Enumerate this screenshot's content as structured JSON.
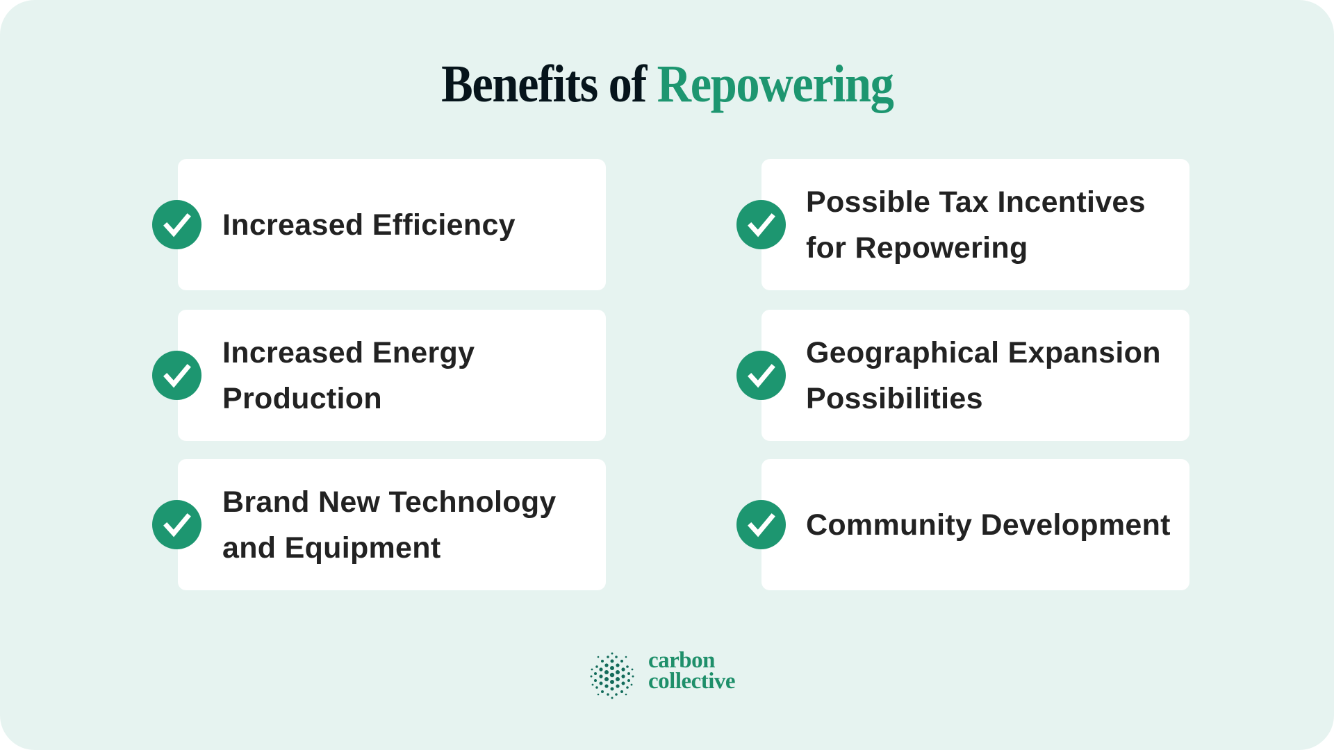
{
  "title": {
    "prefix": "Benefits of",
    "highlight": "Repowering"
  },
  "benefits": [
    {
      "label": "Increased Efficiency",
      "icon": "check-circle-icon"
    },
    {
      "label": "Possible Tax Incentives for Repowering",
      "icon": "check-circle-icon"
    },
    {
      "label": "Increased Energy Production",
      "icon": "check-circle-icon"
    },
    {
      "label": "Geographical Expansion Possibilities",
      "icon": "check-circle-icon"
    },
    {
      "label": "Brand New Technology and Equipment",
      "icon": "check-circle-icon"
    },
    {
      "label": "Community Development",
      "icon": "check-circle-icon"
    }
  ],
  "brand": {
    "line1": "carbon",
    "line2": "collective",
    "icon": "dotted-sphere-logo-icon"
  },
  "colors": {
    "background": "#e6f3f0",
    "accent": "#1d9670",
    "title_dark": "#06141b",
    "text": "#222222",
    "card": "#ffffff",
    "logo_dots": "#126b5a"
  }
}
